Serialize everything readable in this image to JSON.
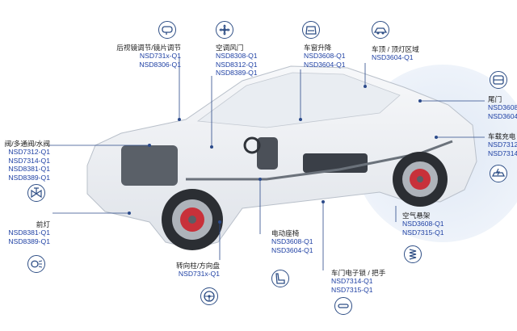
{
  "labels": {
    "mirror": {
      "title": "后视镜调节/镜片调节",
      "parts": [
        "NSD731x-Q1",
        "NSD8306-Q1"
      ]
    },
    "vent": {
      "title": "空调风门",
      "parts": [
        "NSD8308-Q1",
        "NSD8312-Q1",
        "NSD8389-Q1"
      ]
    },
    "window": {
      "title": "车窗升降",
      "parts": [
        "NSD3608-Q1",
        "NSD3604-Q1"
      ]
    },
    "roof": {
      "title": "车顶 / 顶灯区域",
      "parts": [
        "NSD3604-Q1"
      ]
    },
    "tailgate": {
      "title": "尾门",
      "parts": [
        "NSD3608",
        "NSD3604"
      ]
    },
    "charging": {
      "title": "车载充电",
      "parts": [
        "NSD7312",
        "NSD7314"
      ]
    },
    "valve": {
      "title": "阀/多通阀/水阀",
      "parts": [
        "NSD7312-Q1",
        "NSD7314-Q1",
        "NSD8381-Q1",
        "NSD8389-Q1"
      ]
    },
    "headlamp": {
      "title": "前灯",
      "parts": [
        "NSD8381-Q1",
        "NSD8389-Q1"
      ]
    },
    "suspension": {
      "title": "空气悬架",
      "parts": [
        "NSD3608-Q1",
        "NSD7315-Q1"
      ]
    },
    "seat": {
      "title": "电动座椅",
      "parts": [
        "NSD3608-Q1",
        "NSD3604-Q1"
      ]
    },
    "steering": {
      "title": "转向柱/方向盘",
      "parts": [
        "NSD731x-Q1"
      ]
    },
    "doorlock": {
      "title": "车门电子锁 / 把手",
      "parts": [
        "NSD7314-Q1",
        "NSD7315-Q1"
      ]
    }
  },
  "icons": [
    "mirror-adjust-icon",
    "fan-icon",
    "window-icon",
    "car-roof-icon",
    "tailgate-icon",
    "charging-car-icon",
    "valve-icon",
    "headlamp-icon",
    "suspension-icon",
    "seat-icon",
    "steering-column-icon",
    "door-handle-icon"
  ],
  "colors": {
    "accent": "#1d3fa3",
    "leader": "#2b4a8a",
    "highlight": "#e7eef8"
  }
}
